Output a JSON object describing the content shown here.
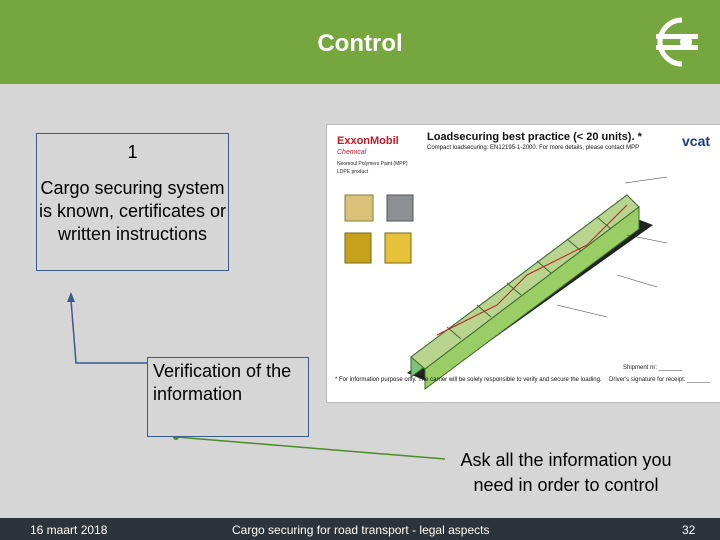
{
  "header": {
    "title": "Control",
    "bg": "#76a63e"
  },
  "box_known": {
    "number": "1",
    "text": "Cargo securing system is known, certificates or written instructions"
  },
  "box_verification": {
    "text": "Verification of the information"
  },
  "box_ask": {
    "text": "Ask all the information you need in order to control"
  },
  "document": {
    "brand": "ExxonMobil",
    "brand_sub": "Chemical",
    "title": "Loadsecuring best practice (< 20 units). *",
    "subtitle": "Compact loadsecuring: EN12195-1-2000. For more details, please contact MPP",
    "vcat": "vcat",
    "product": "Neomoul Polymers Paint (MPP)",
    "product2": "LDPE product",
    "footnote": "* For information purpose only. The carrier will be solely responsible to verify and secure the loading.",
    "shipment": "Shipment nr: _______",
    "signature": "Driver's signature for receipt: _______"
  },
  "footer": {
    "date": "16 maart 2018",
    "center": "Cargo securing for road transport - legal aspects",
    "page": "32",
    "bg": "#2d3439"
  }
}
